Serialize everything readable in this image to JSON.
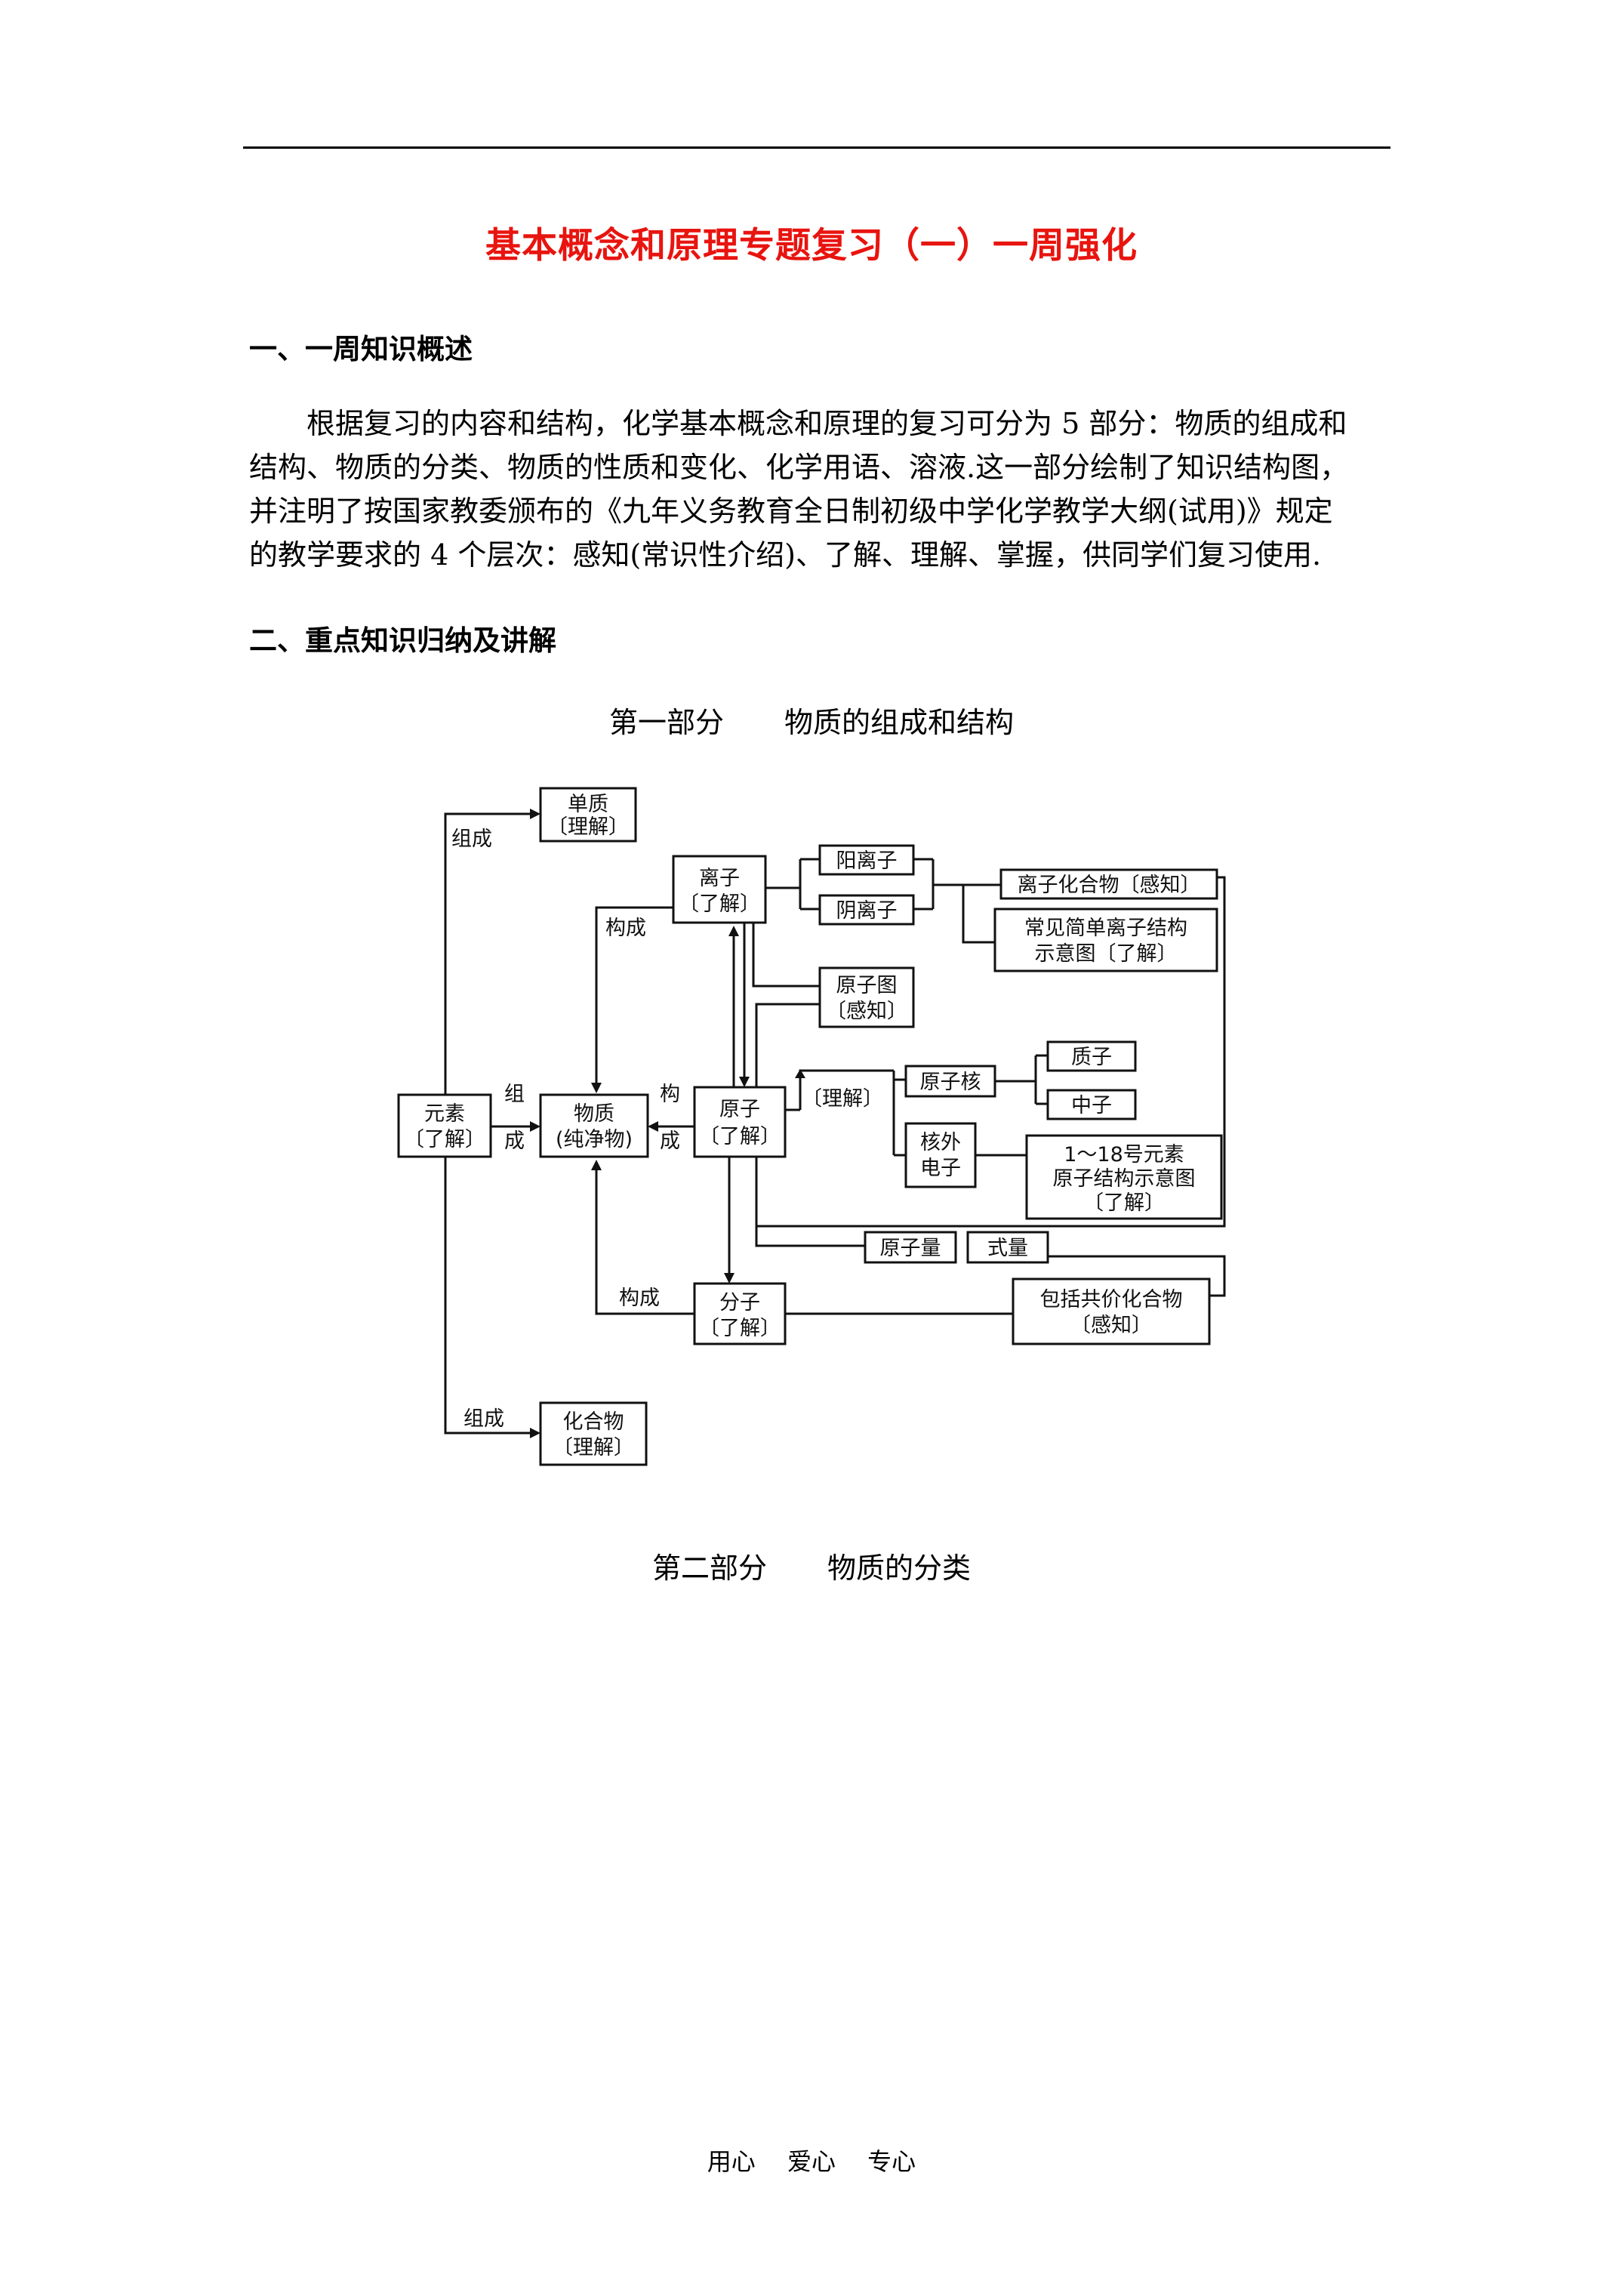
{
  "title": "基本概念和原理专题复习（一）一周强化",
  "section1": {
    "heading": "一、一周知识概述",
    "lines": [
      "根据复习的内容和结构，化学基本概念和原理的复习可分为 5 部分：物质的组成和",
      "结构、物质的分类、物质的性质和变化、化学用语、溶液.这一部分绘制了知识结构图，",
      "并注明了按国家教委颁布的《九年义务教育全日制初级中学化学教学大纲(试用)》规定",
      "的教学要求的 4 个层次：感知(常识性介绍)、了解、理解、掌握，供同学们复习使用."
    ]
  },
  "section2": {
    "heading": "二、重点知识归纳及讲解"
  },
  "part1": {
    "label": "第一部分",
    "name": "物质的组成和结构"
  },
  "part2": {
    "label": "第二部分",
    "name": "物质的分类"
  },
  "diagram": {
    "boxes": {
      "danzhi": [
        "单质",
        "〔理解〕"
      ],
      "lizi": [
        "离子",
        "〔了解〕"
      ],
      "yanglizi": [
        "阳离子"
      ],
      "yinlizi": [
        "阴离子"
      ],
      "lizihuahewu": [
        "离子化合物〔感知〕"
      ],
      "changjian": [
        "常见简单离子结构",
        "示意图〔了解〕"
      ],
      "yuanzitu": [
        "原子图",
        "〔感知〕"
      ],
      "yuansu": [
        "元素",
        "〔了解〕"
      ],
      "wuzhi": [
        "物质",
        "(纯净物)"
      ],
      "yuanzi": [
        "原子",
        "〔了解〕"
      ],
      "yuanzihe": [
        "原子核"
      ],
      "zhizi": [
        "质子"
      ],
      "zhongzi": [
        "中子"
      ],
      "hewai": [
        "核外",
        "电子"
      ],
      "jiegoutu": [
        "1～18号元素",
        "原子结构示意图",
        "〔了解〕"
      ],
      "yuanziliang": [
        "原子量"
      ],
      "shiliang": [
        "式量"
      ],
      "fenzi": [
        "分子",
        "〔了解〕"
      ],
      "gongjia": [
        "包括共价化合物",
        "〔感知〕"
      ],
      "huahewu": [
        "化合物",
        "〔理解〕"
      ]
    },
    "labels": {
      "zucheng_top": "组成",
      "goucheng_lizi": "构成",
      "zu": "组",
      "cheng": "成",
      "gou": "构",
      "cheng2": "成",
      "lijie": "〔理解〕",
      "goucheng_fenzi": "构成",
      "zucheng_bottom": "组成"
    }
  },
  "footer": [
    "用心",
    "爱心",
    "专心"
  ]
}
